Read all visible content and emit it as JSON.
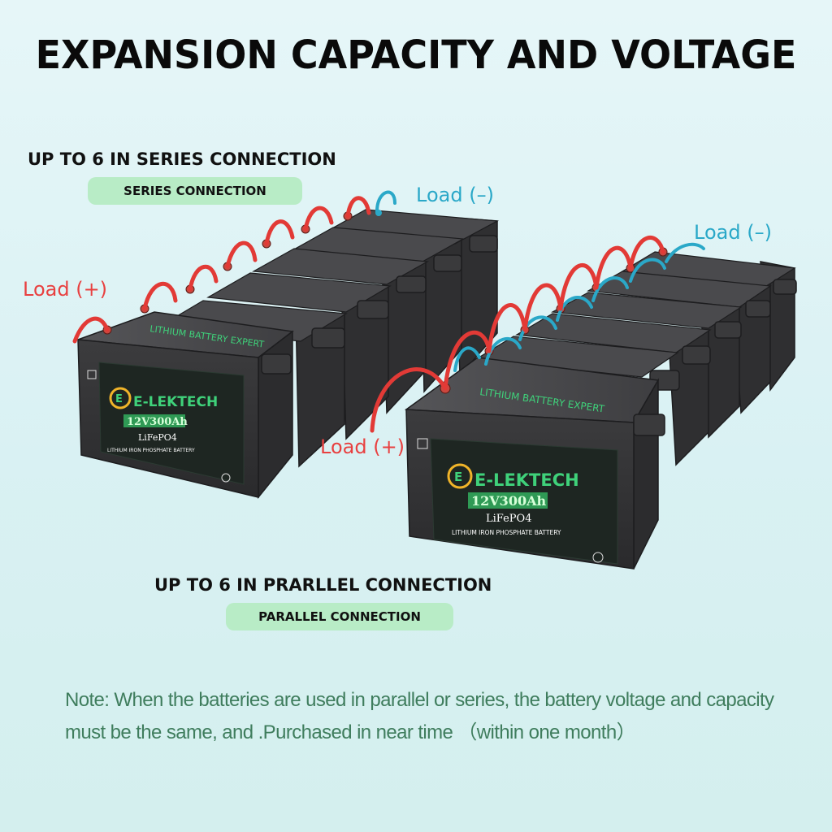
{
  "title": "EXPANSION CAPACITY AND VOLTAGE",
  "series": {
    "heading": "UP TO 6 IN SERIES CONNECTION",
    "badge": "SERIES CONNECTION",
    "load_plus": "Load (+)",
    "load_minus": "Load (–)"
  },
  "parallel": {
    "heading": "UP TO 6 IN PRARLLEL CONNECTION",
    "badge": "PARALLEL CONNECTION",
    "load_plus": "Load (+)",
    "load_minus": "Load (–)"
  },
  "battery": {
    "brand": "E-LEKTECH",
    "rating": "12V300Ah",
    "chemistry": "LiFePO4",
    "description": "LITHIUM IRON PHOSPHATE BATTERY",
    "top_label": "LITHIUM BATTERY EXPERT"
  },
  "note": "Note: When the batteries are used in parallel or series, the battery voltage and capacity must be the same, and .Purchased in near time （within one month）",
  "colors": {
    "positive": "#e84040",
    "negative": "#2aa8c8",
    "badge": "#b8ecc6",
    "note": "#3f7d5d",
    "battery": "#3a3a3c"
  }
}
